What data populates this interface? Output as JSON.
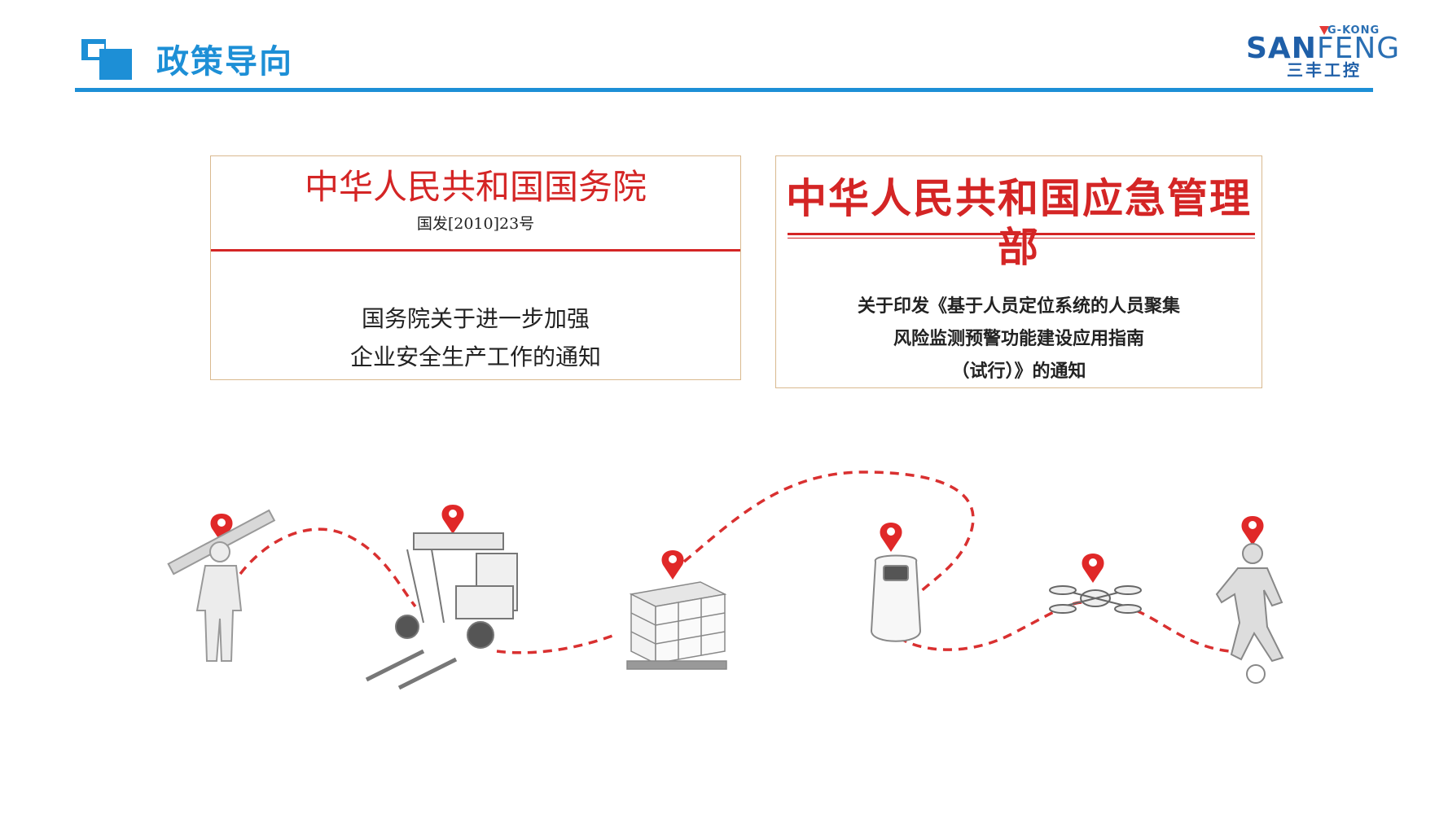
{
  "header": {
    "title": "政策导向",
    "accent_color": "#1d8fd6",
    "logo": {
      "top": "G-KONG",
      "brand_a": "SAN",
      "brand_b": "FENG",
      "cn": "三丰工控"
    }
  },
  "documents": [
    {
      "org": "中华人民共和国国务院",
      "doc_number": "国发[2010]23号",
      "title_lines": [
        "国务院关于进一步加强",
        "企业安全生产工作的通知"
      ]
    },
    {
      "org": "中华人民共和国应急管理部",
      "title_lines": [
        "关于印发《基于人员定位系统的人员聚集",
        "风险监测预警功能建设应用指南",
        "（试行）》的通知"
      ]
    }
  ],
  "illustration": {
    "stops": [
      "worker-icon",
      "forklift-icon",
      "pallet-icon",
      "robot-icon",
      "drone-icon",
      "player-icon"
    ],
    "route_color": "#d93030",
    "pin_color": "#e02828"
  }
}
